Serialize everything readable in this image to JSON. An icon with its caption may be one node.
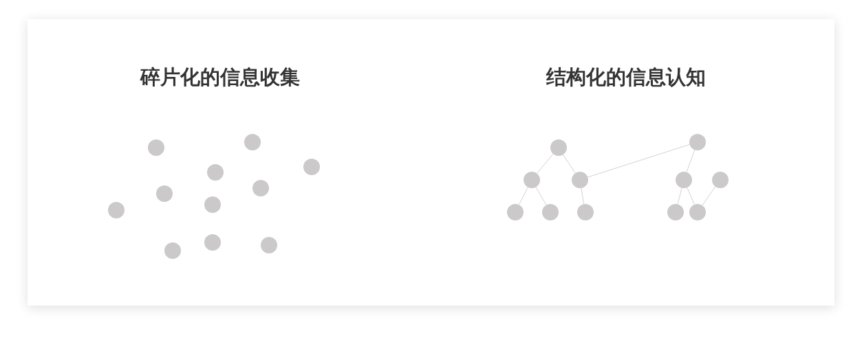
{
  "diagram": {
    "nodes": [
      {
        "text": [],
        "shape": "circle"
      },
      {
        "text": [],
        "shape": "circle"
      },
      {
        "text": [],
        "shape": "circle"
      },
      {
        "text": [],
        "shape": "circle"
      },
      {
        "text": [],
        "shape": "circle"
      },
      {
        "text": [],
        "shape": "circle"
      },
      {
        "text": [],
        "shape": "circle"
      },
      {
        "text": [],
        "shape": "circle"
      },
      {
        "text": [],
        "shape": "circle"
      },
      {
        "text": [],
        "shape": "circle"
      },
      {
        "text": [],
        "shape": "circle"
      },
      {
        "text": [],
        "shape": "circle"
      },
      {
        "text": [],
        "shape": "circle"
      },
      {
        "text": [],
        "shape": "circle"
      },
      {
        "text": [],
        "shape": "circle"
      },
      {
        "text": [],
        "shape": "circle"
      },
      {
        "text": [],
        "shape": "circle"
      },
      {
        "text": [],
        "shape": "circle"
      },
      {
        "text": [],
        "shape": "circle"
      },
      {
        "text": [],
        "shape": "circle"
      },
      {
        "text": [],
        "shape": "circle"
      },
      {
        "text": [],
        "shape": "circle"
      }
    ],
    "edges": [
      {
        "from": 12,
        "to": 13,
        "arrow": "none"
      },
      {
        "from": 12,
        "to": 14,
        "arrow": "none"
      },
      {
        "from": 13,
        "to": 17,
        "arrow": "none"
      },
      {
        "from": 13,
        "to": 18,
        "arrow": "none"
      },
      {
        "from": 14,
        "to": 19,
        "arrow": "none"
      },
      {
        "from": 14,
        "to": 11,
        "arrow": "none"
      },
      {
        "from": 11,
        "to": 15,
        "arrow": "none"
      },
      {
        "from": 15,
        "to": 20,
        "arrow": "none"
      },
      {
        "from": 15,
        "to": 21,
        "arrow": "none"
      },
      {
        "from": 16,
        "to": 21,
        "arrow": "none"
      }
    ],
    "labels": [
      "碎片化的信息收集",
      "结构化的信息认知"
    ]
  }
}
